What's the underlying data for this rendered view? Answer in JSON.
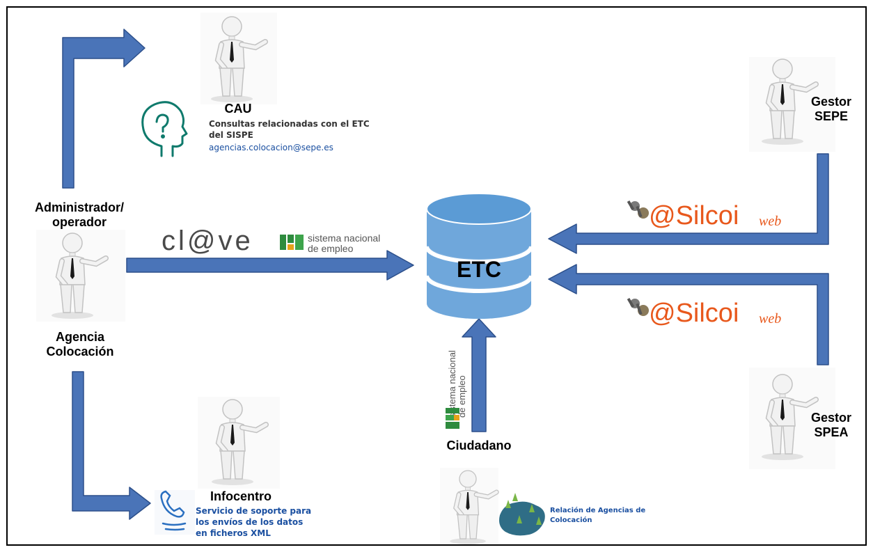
{
  "actors": {
    "cau": "CAU",
    "admin_line1": "Administrador/",
    "admin_line2": "operador",
    "agency_line1": "Agencia",
    "agency_line2": "Colocación",
    "gestor_sepe_line1": "Gestor",
    "gestor_sepe_line2": "SEPE",
    "gestor_spea_line1": "Gestor",
    "gestor_spea_line2": "SPEA",
    "infocentro": "Infocentro",
    "ciudadano": "Ciudadano"
  },
  "cau_info": {
    "line1": "Consultas relacionadas con el ETC",
    "line2": "del SISPE",
    "email": "agencias.colocacion@sepe.es"
  },
  "infocentro_info": {
    "line1": "Servicio de soporte para",
    "line2": "los envíos de los datos",
    "line3": "en ficheros XML"
  },
  "ciudadano_info": {
    "line1": "Relación de Agencias de",
    "line2": "Colocación"
  },
  "database": {
    "label": "ETC"
  },
  "logos": {
    "clave": "cl@ve",
    "sne_line1": "sistema nacional",
    "sne_line2": "de empleo",
    "silcoi_main": "@Silcoi",
    "silcoi_suffix": "web"
  },
  "colors": {
    "arrow": "#4a74b8",
    "arrow_edge": "#2c4f8a",
    "db_top": "#5b9bd5",
    "db_body": "#c6dff3",
    "silcoi": "#e8581c",
    "sne_green": "#2e8b3e"
  }
}
